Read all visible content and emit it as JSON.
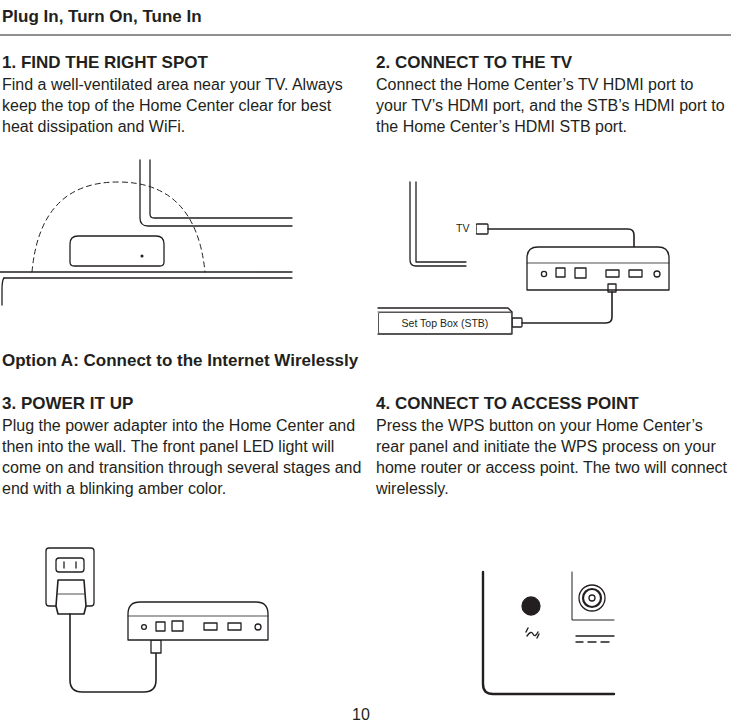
{
  "diagram": {
    "title": "Plug In, Turn On, Tune In",
    "nodes": [
      {
        "text": [
          "Set Top Box (STB)"
        ]
      }
    ],
    "labels": [
      "1. FIND THE RIGHT SPOT",
      "Find a well-ventilated area near your TV. Always keep the top of the Home Center clear for best heat dissipation and WiFi.",
      "2. CONNECT TO THE TV",
      "Connect the Home Center’s TV HDMI port to your TV’s HDMI port, and the STB’s HDMI port to the Home Center’s HDMI STB port.",
      "TV",
      "Option A: Connect to the Internet Wirelessly",
      "3. POWER IT UP",
      "Plug the power adapter into the Home Center and then into the wall. The front panel LED light will come on and transition through several stages and end with a blinking amber color.",
      "4. CONNECT TO ACCESS POINT",
      "Press the WPS button on your Home Center’s rear panel and initiate the WPS process on your home router or access point. The two will connect wirelessly.",
      "10"
    ]
  }
}
